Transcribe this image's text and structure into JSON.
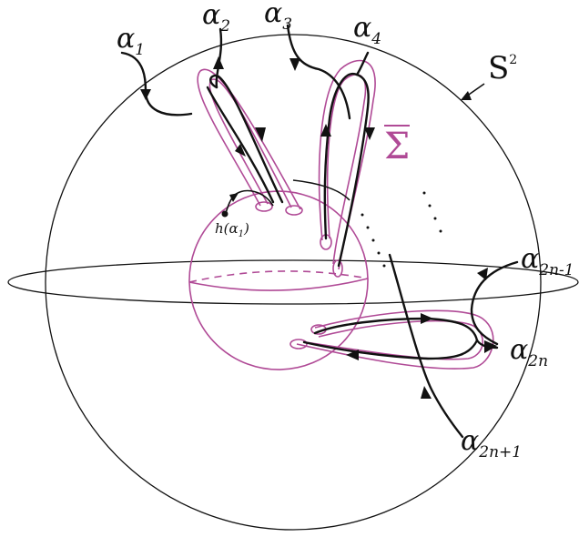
{
  "figure": {
    "sphere_label": "S",
    "sphere_sup": "2",
    "surface_label": "Σ",
    "point_label": "h(α",
    "point_sub": "1",
    "point_close": ")",
    "alpha_symbol": "α",
    "curves": [
      {
        "id": "alpha1",
        "sub": "1"
      },
      {
        "id": "alpha2",
        "sub": "2"
      },
      {
        "id": "alpha3",
        "sub": "3"
      },
      {
        "id": "alpha4",
        "sub": "4"
      },
      {
        "id": "alpha2n-1",
        "sub": "2n-1"
      },
      {
        "id": "alpha2n",
        "sub": "2n"
      },
      {
        "id": "alpha2n+1",
        "sub": "2n+1"
      }
    ],
    "colors": {
      "surface": "#b04a96",
      "curves": "#111111"
    }
  }
}
